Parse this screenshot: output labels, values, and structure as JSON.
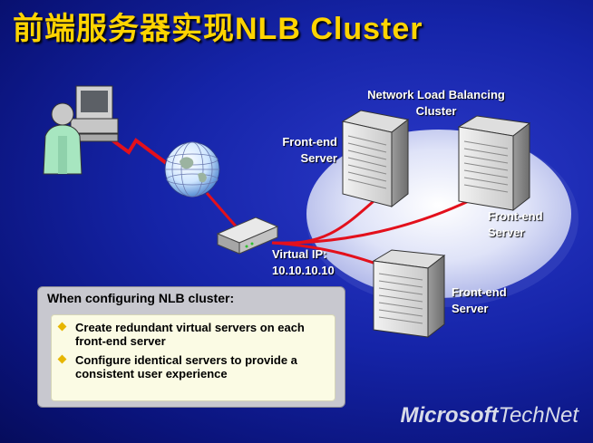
{
  "slide": {
    "title": "前端服务器实现NLB Cluster",
    "cluster_label_line1": "Network Load Balancing",
    "cluster_label_line2": "Cluster",
    "servers": [
      {
        "line1": "Front-end",
        "line2": "Server"
      },
      {
        "line1": "Front-end",
        "line2": "Server"
      },
      {
        "line1": "Front-end",
        "line2": "Server"
      }
    ],
    "virtual_ip_label": "Virtual IP:",
    "virtual_ip_value": "10.10.10.10",
    "info_box": {
      "heading": "When configuring NLB cluster:",
      "bullets": [
        {
          "line1": "Create redundant virtual servers on each",
          "line2": "front-end server"
        },
        {
          "line1": "Configure identical servers to provide a",
          "line2": "consistent user experience"
        }
      ]
    },
    "logo": {
      "microsoft": "Microsoft",
      "technet": "TechNet"
    },
    "colors": {
      "title": "#ffd400",
      "link": "#e3101c",
      "cluster_disc": "#b9c0ee"
    }
  }
}
